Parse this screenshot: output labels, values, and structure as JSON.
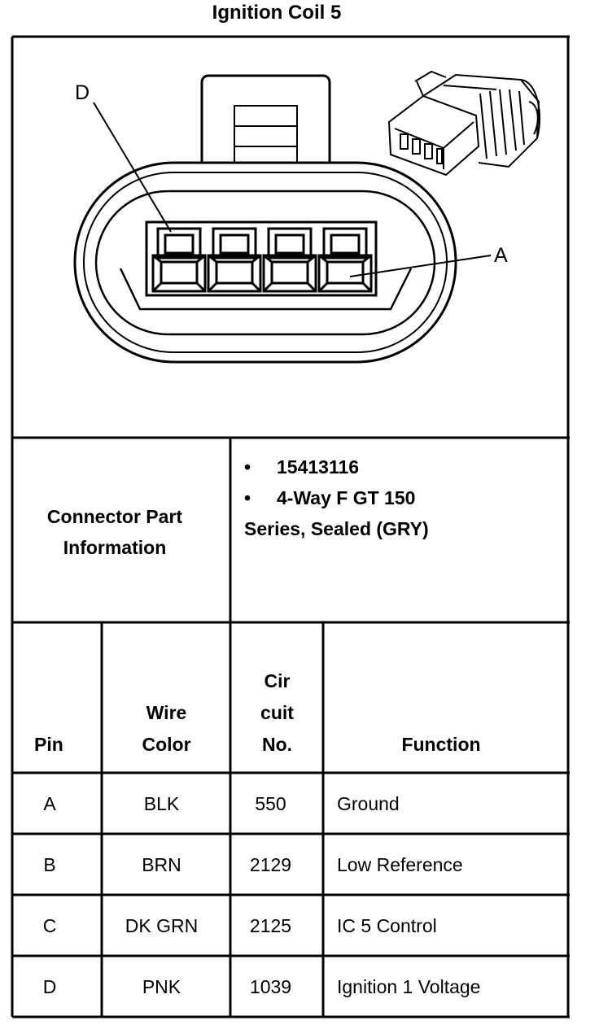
{
  "title": "Ignition Coil 5",
  "callouts": {
    "d": "D",
    "a": "A"
  },
  "connector_info": {
    "label_line1": "Connector Part",
    "label_line2": "Information",
    "bullet": "•",
    "part_number": "15413116",
    "desc_line1": "4-Way F GT 150",
    "desc_line2": "Series, Sealed (GRY)"
  },
  "table": {
    "headers": {
      "pin": "Pin",
      "wire_line1": "Wire",
      "wire_line2": "Color",
      "circuit_line1": "Cir",
      "circuit_line2": "cuit",
      "circuit_line3": "No.",
      "function": "Function"
    },
    "rows": [
      {
        "pin": "A",
        "color": "BLK",
        "circuit": "550",
        "function": "Ground"
      },
      {
        "pin": "B",
        "color": "BRN",
        "circuit": "2129",
        "function": "Low Reference"
      },
      {
        "pin": "C",
        "color": "DK GRN",
        "circuit": "2125",
        "function": "IC 5 Control"
      },
      {
        "pin": "D",
        "color": "PNK",
        "circuit": "1039",
        "function": "Ignition 1 Voltage"
      }
    ]
  }
}
